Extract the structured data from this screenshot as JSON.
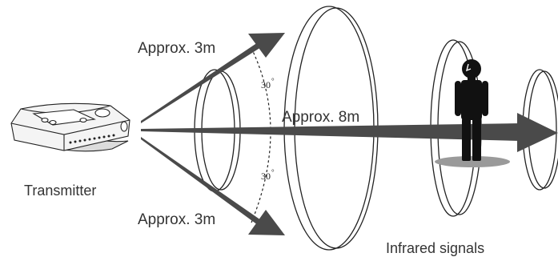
{
  "labels": {
    "range_upper": "Approx. 3m",
    "range_center": "Approx. 8m",
    "range_lower": "Approx. 3m",
    "transmitter": "Transmitter",
    "signals": "Infrared signals",
    "angle_upper": "30",
    "angle_lower": "30",
    "degree_mark": "°"
  },
  "colors": {
    "arrow": "#4a4a4a",
    "outline": "#222222",
    "person": "#111111",
    "shadow": "#9a9a9a"
  },
  "icons": {
    "transmitter": "transmitter-device-icon",
    "person": "person-icon"
  }
}
